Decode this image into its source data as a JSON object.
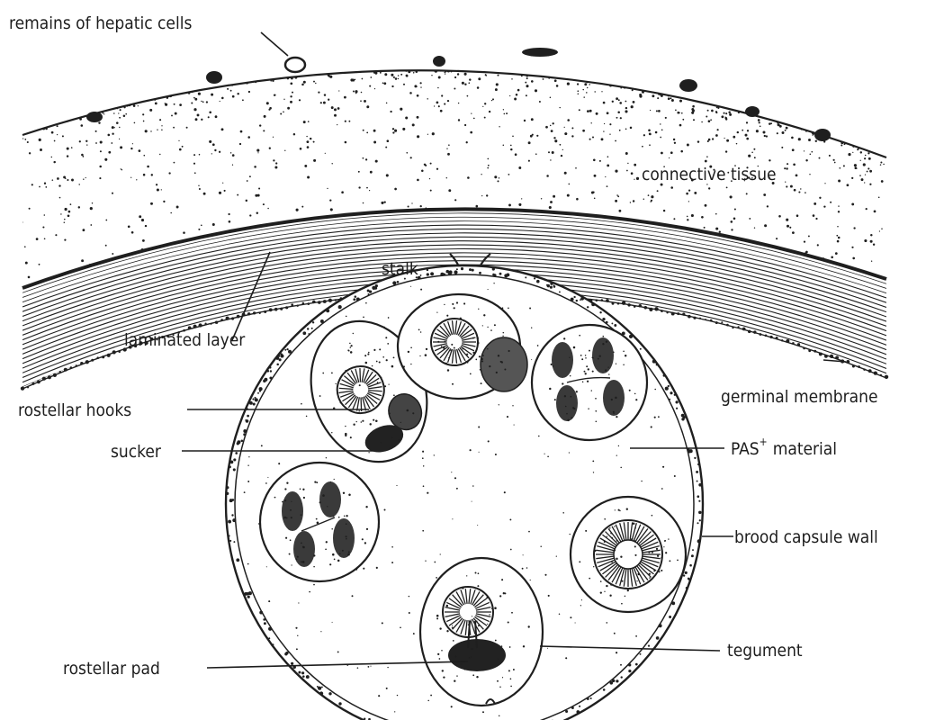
{
  "labels": {
    "remains_of_hepatic_cells": "remains of hepatic cells",
    "connective_tissue": "connective tissue",
    "stalk": "stalk",
    "laminated_layer": "laminated layer",
    "germinal_membrane": "germinal membrane",
    "rostellar_hooks": "rostellar hooks",
    "sucker": "sucker",
    "pas_material": "PAS",
    "pas_superscript": "+",
    "pas_material_suffix": "material",
    "brood_capsule_wall": "brood capsule wall",
    "tegument": "tegument",
    "rostellar_pad": "rostellar pad"
  },
  "colors": {
    "ink": "#1f1f1f",
    "paper": "#ffffff"
  }
}
